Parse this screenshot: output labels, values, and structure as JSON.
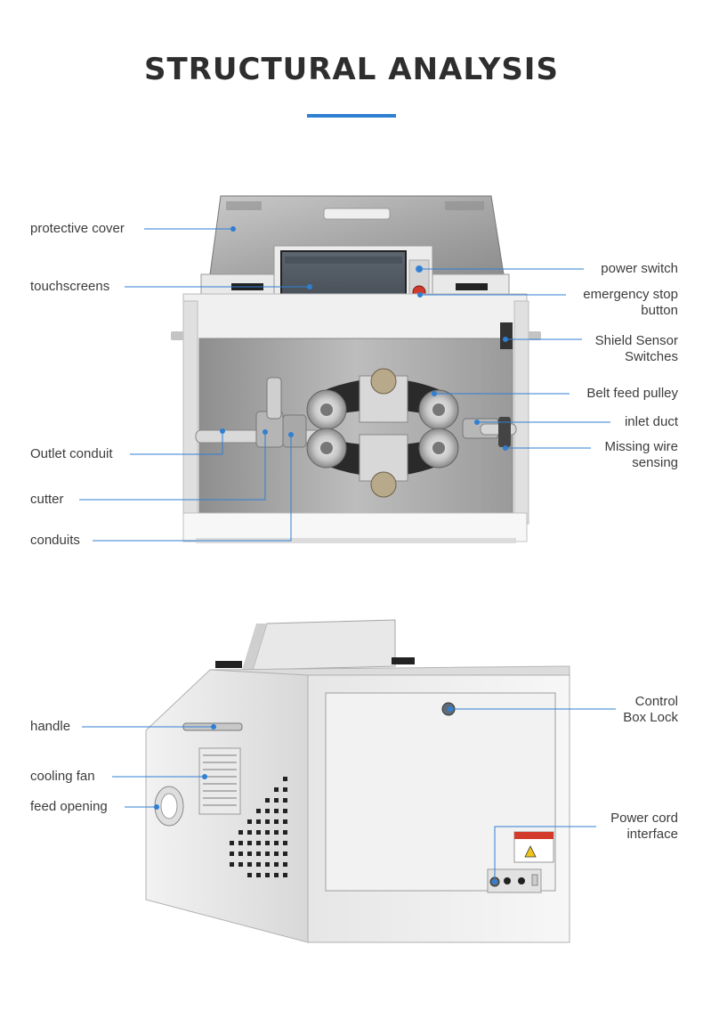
{
  "title": "STRUCTURAL ANALYSIS",
  "accent_color": "#2f7fd3",
  "front_view": {
    "left_labels": [
      {
        "id": "protective-cover",
        "text": "protective cover"
      },
      {
        "id": "touchscreens",
        "text": "touchscreens"
      },
      {
        "id": "outlet-conduit",
        "text": "Outlet conduit"
      },
      {
        "id": "cutter",
        "text": "cutter"
      },
      {
        "id": "conduits",
        "text": "conduits"
      }
    ],
    "right_labels": [
      {
        "id": "power-switch",
        "text": "power switch"
      },
      {
        "id": "emergency-stop-button",
        "line1": "emergency stop",
        "line2": "button"
      },
      {
        "id": "shield-sensor-switches",
        "line1": "Shield Sensor",
        "line2": "Switches"
      },
      {
        "id": "belt-feed-pulley",
        "text": "Belt feed pulley"
      },
      {
        "id": "inlet-duct",
        "text": "inlet duct"
      },
      {
        "id": "missing-wire-sensing",
        "line1": "Missing wire",
        "line2": "sensing"
      }
    ]
  },
  "back_view": {
    "left_labels": [
      {
        "id": "handle",
        "text": "handle"
      },
      {
        "id": "cooling-fan",
        "text": "cooling fan"
      },
      {
        "id": "feed-opening",
        "text": "feed opening"
      }
    ],
    "right_labels": [
      {
        "id": "control-box-lock",
        "line1": "Control",
        "line2": "Box Lock"
      },
      {
        "id": "power-cord-interface",
        "line1": "Power cord",
        "line2": "interface"
      }
    ]
  }
}
